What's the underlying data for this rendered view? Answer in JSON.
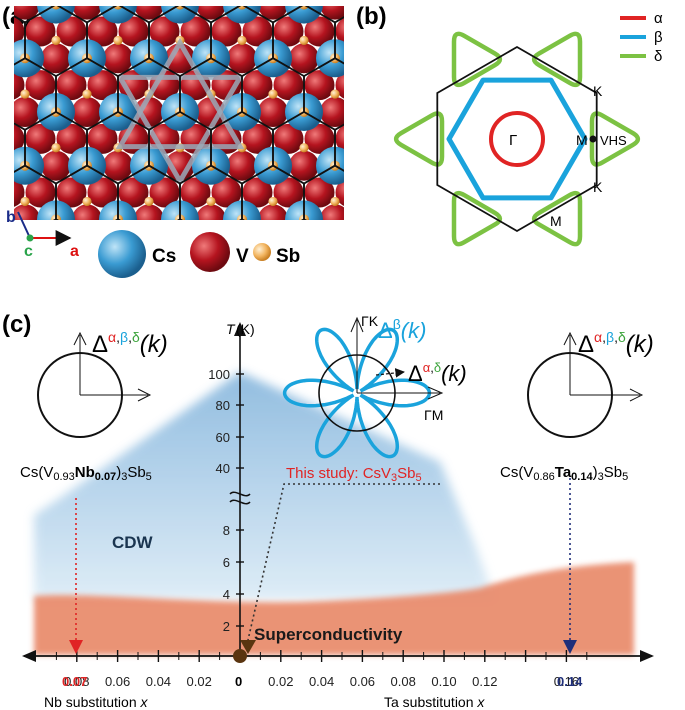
{
  "panels": {
    "a": "(a)",
    "b": "(b)",
    "c": "(c)"
  },
  "panel_a": {
    "axes": {
      "a": "a",
      "b": "b",
      "c": "c"
    },
    "legend": [
      {
        "label": "Cs",
        "color": "#2f8fc8"
      },
      {
        "label": "V",
        "color": "#b0101f"
      },
      {
        "label": "Sb",
        "color": "#f0b25c"
      }
    ]
  },
  "panel_b": {
    "legend": [
      {
        "label": "α",
        "color": "#e02424"
      },
      {
        "label": "β",
        "color": "#1aa3dc"
      },
      {
        "label": "δ",
        "color": "#7cc243"
      }
    ],
    "points": {
      "gamma": "Γ",
      "k_top": "K",
      "k_bottom": "K",
      "m_right": "M",
      "m_bottom": "M",
      "vhs": "VHS"
    }
  },
  "panel_c": {
    "y_axis": {
      "label_T": "T",
      "label_unit": "(K)",
      "ticks_upper": [
        "100",
        "80",
        "60",
        "40"
      ],
      "ticks_lower": [
        "8",
        "6",
        "4",
        "2"
      ]
    },
    "x_axis": {
      "nb_ticks": [
        "0.08",
        "0.06",
        "0.04",
        "0.02"
      ],
      "zero": "0",
      "ta_ticks": [
        "0.02",
        "0.04",
        "0.06",
        "0.08",
        "0.10",
        "0.12",
        "0.14",
        "0.16"
      ],
      "nb_label": "Nb  substitution",
      "ta_label": "Ta  substitution",
      "x_var": "x",
      "nb_marker": "0.07",
      "ta_marker": "0.14"
    },
    "regions": {
      "cdw": "CDW",
      "sc": "Superconductivity"
    },
    "this_study": {
      "prefix": "This study: CsV",
      "sub1": "3",
      "mid": "Sb",
      "sub2": "5"
    },
    "left_compound": {
      "p1": "Cs(V",
      "p2": "0.93",
      "p3": "Nb",
      "p4": "0.07",
      "p5": ")",
      "p6": "3",
      "p7": "Sb",
      "p8": "5"
    },
    "right_compound": {
      "p1": "Cs(V",
      "p2": "0.86",
      "p3": "Ta",
      "p4": "0.14",
      "p5": ")",
      "p6": "3",
      "p7": "Sb",
      "p8": "5"
    },
    "gap_left": {
      "delta": "Δ",
      "a": "α",
      "b": "β",
      "d": "δ",
      "k": "(k)"
    },
    "gap_right": {
      "delta": "Δ",
      "a": "α",
      "b": "β",
      "d": "δ",
      "k": "(k)"
    },
    "gap_center_beta": {
      "delta": "Δ",
      "b": "β",
      "k": "(k)"
    },
    "gap_center_ad": {
      "delta": "Δ",
      "a": "α",
      "d": "δ",
      "k": "(k)"
    },
    "dir_gk": "ΓK",
    "dir_gm": "ΓM",
    "colors": {
      "alpha": "#e02424",
      "beta": "#1aa3dc",
      "delta": "#3aa33a",
      "red_marker": "#e02424",
      "blue_marker": "#1f2f7a"
    }
  }
}
